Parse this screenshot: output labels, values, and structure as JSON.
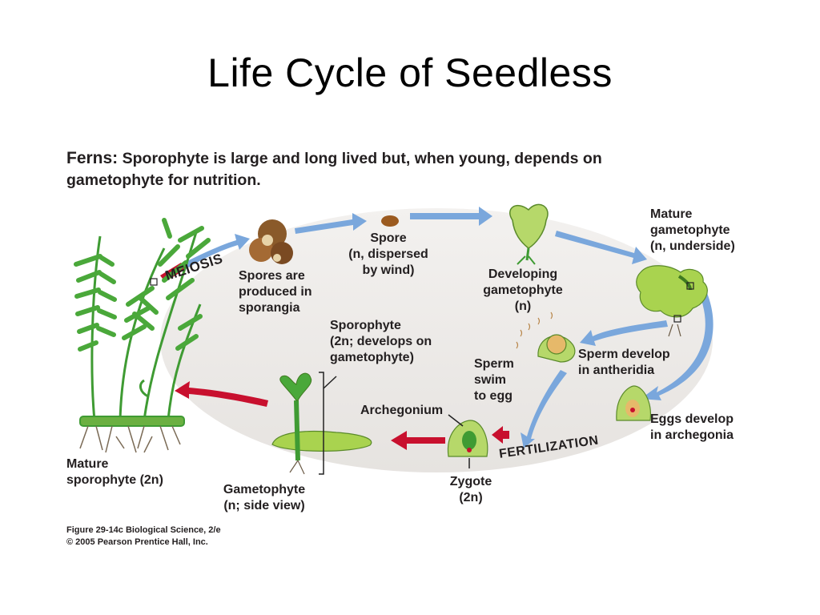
{
  "slide": {
    "title": "Life Cycle of Seedless"
  },
  "heading": {
    "lead": "Ferns:",
    "line1": "Sporophyte is large and long lived but, when young, depends on",
    "line2": "gametophyte for nutrition."
  },
  "labels": {
    "meiosis": "MEIOSIS",
    "fertilization": "FERTILIZATION",
    "spores_produced": [
      "Spores are",
      "produced in",
      "sporangia"
    ],
    "spore": [
      "Spore",
      "(n, dispersed",
      "by wind)"
    ],
    "developing_gametophyte": [
      "Developing",
      "gametophyte",
      "(n)"
    ],
    "mature_gametophyte": [
      "Mature",
      "gametophyte",
      "(n, underside)"
    ],
    "sporophyte_develops": [
      "Sporophyte",
      "(2n; develops on",
      "gametophyte)"
    ],
    "sperm_swim": [
      "Sperm",
      "swim",
      "to egg"
    ],
    "sperm_develop": [
      "Sperm develop",
      "in antheridia"
    ],
    "archegonium": "Archegonium",
    "eggs_develop": [
      "Eggs develop",
      "in archegonia"
    ],
    "mature_sporophyte": [
      "Mature",
      "sporophyte (2n)"
    ],
    "gametophyte_side": [
      "Gametophyte",
      "(n; side view)"
    ],
    "zygote": [
      "Zygote",
      "(2n)"
    ]
  },
  "caption": {
    "line1": "Figure 29-14c  Biological Science, 2/e",
    "line2": "© 2005 Pearson Prentice Hall, Inc."
  },
  "colors": {
    "haploid_arrow": "#7aa7dc",
    "diploid_arrow": "#c8102e",
    "background_oval": "#efedeb",
    "plant_green": "#3f9b33",
    "light_green": "#9ccc4a"
  }
}
